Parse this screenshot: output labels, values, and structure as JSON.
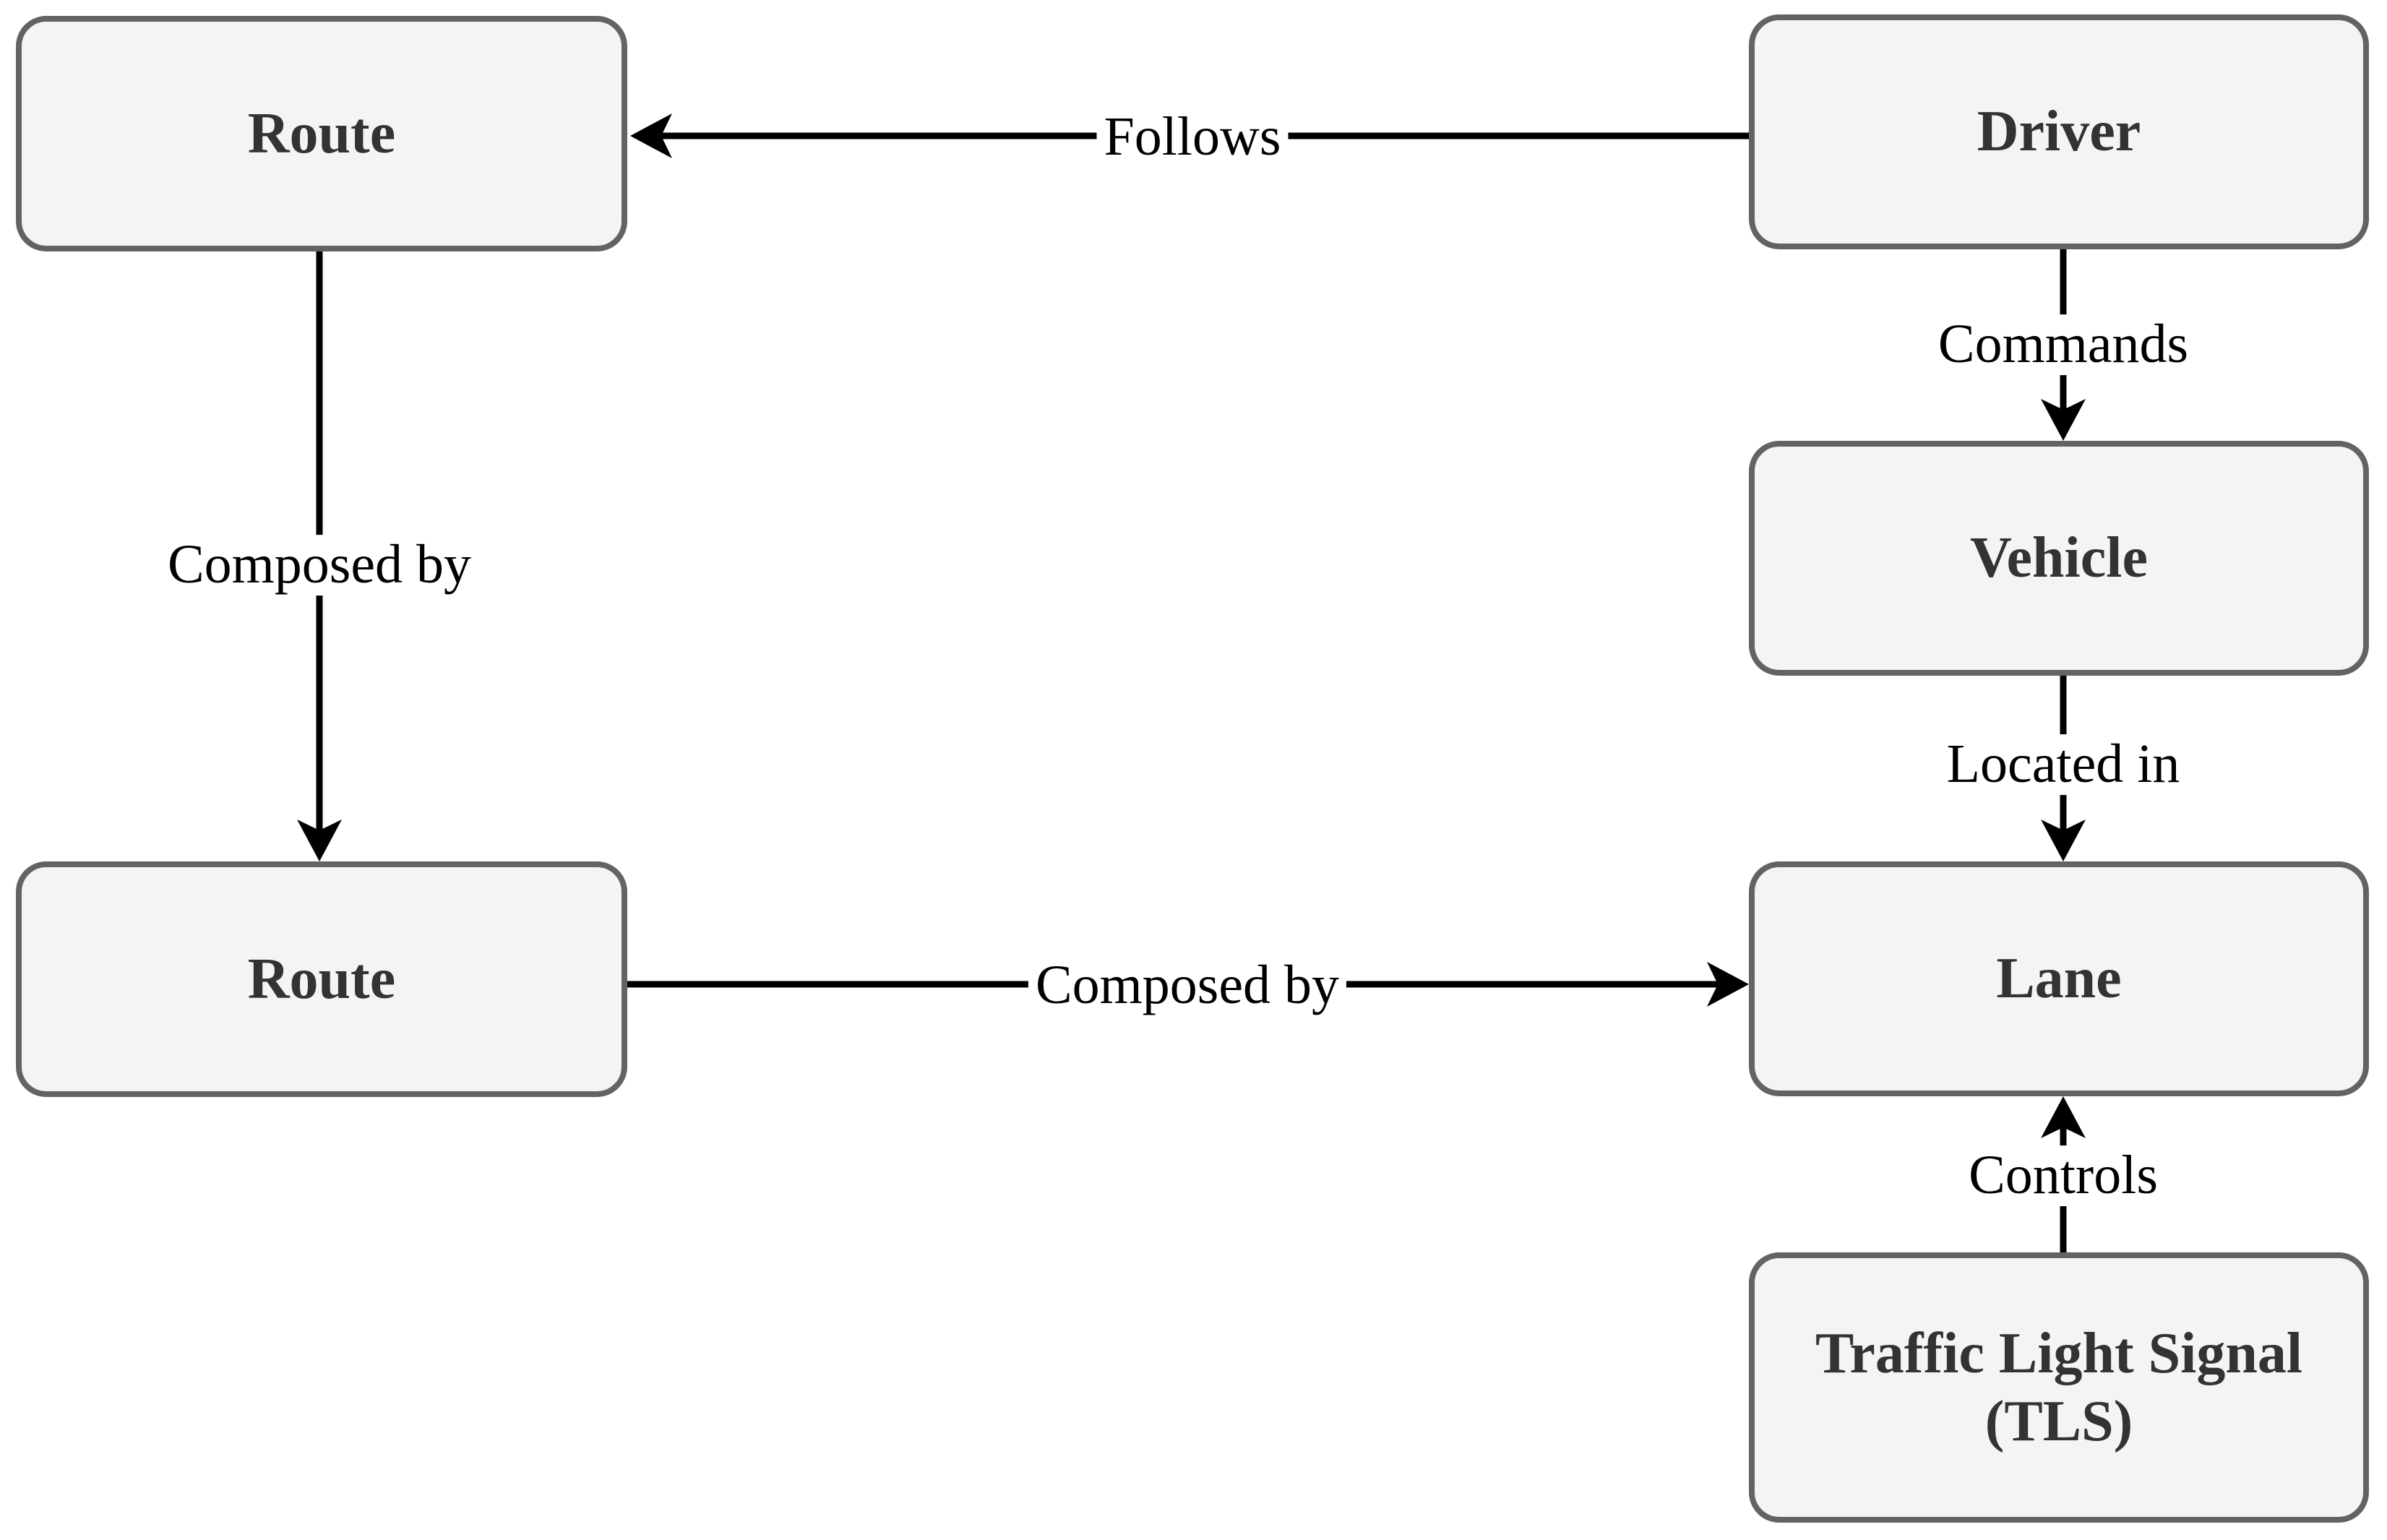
{
  "diagram": {
    "nodes": {
      "route_top": {
        "label": "Route"
      },
      "driver": {
        "label": "Driver"
      },
      "vehicle": {
        "label": "Vehicle"
      },
      "route_bottom": {
        "label": "Route"
      },
      "lane": {
        "label": "Lane"
      },
      "tls": {
        "label_line1": "Traffic Light Signal",
        "label_line2": "(TLS)"
      }
    },
    "edges": {
      "follows": {
        "label": "Follows",
        "from": "Driver",
        "to": "Route"
      },
      "composed_by_left": {
        "label": "Composed by",
        "from": "Route",
        "to": "Route"
      },
      "commands": {
        "label": "Commands",
        "from": "Driver",
        "to": "Vehicle"
      },
      "located_in": {
        "label": "Located in",
        "from": "Vehicle",
        "to": "Lane"
      },
      "controls": {
        "label": "Controls",
        "from": "Traffic Light Signal",
        "to": "Lane"
      },
      "composed_by_bottom": {
        "label": "Composed by",
        "from": "Route",
        "to": "Lane"
      }
    },
    "colors": {
      "node_fill": "#f4f4f4",
      "node_border": "#636363",
      "node_text": "#333333",
      "edge": "#000000",
      "background": "#ffffff"
    }
  }
}
